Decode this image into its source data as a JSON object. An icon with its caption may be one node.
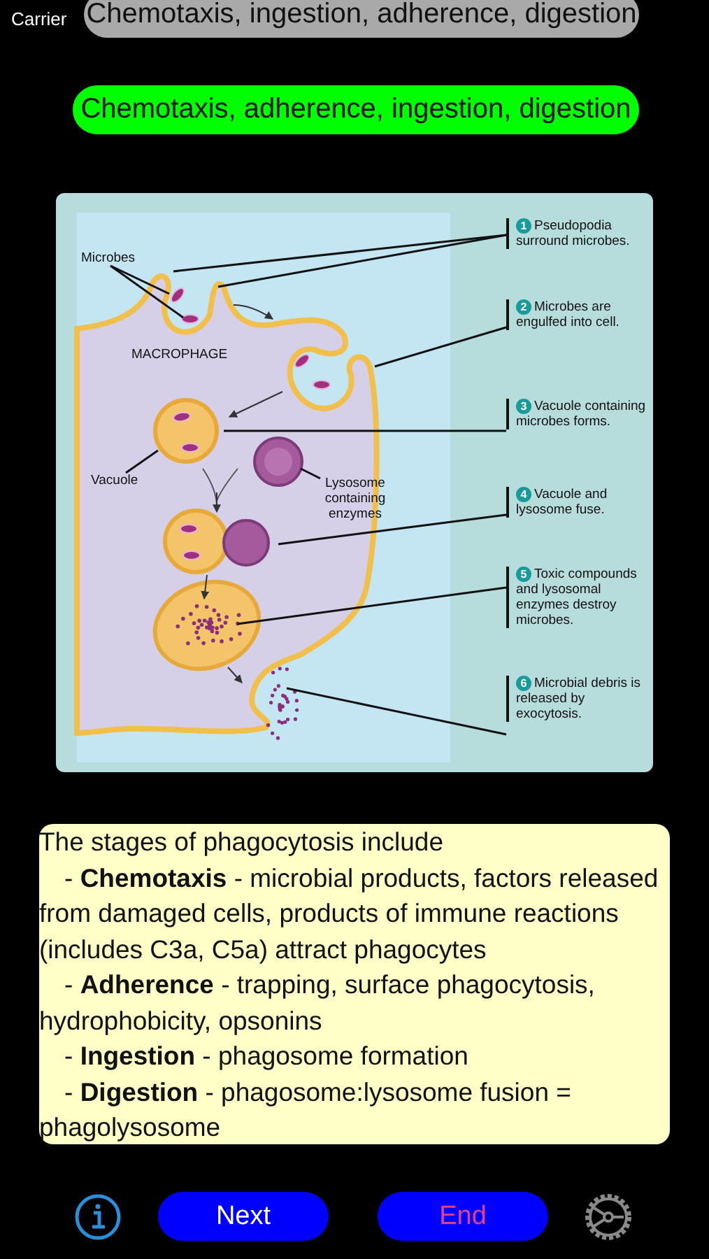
{
  "diagram": {
    "nodes": [
      {
        "text": [
          "Chemotaxis, ingestion, adherence, digestion"
        ]
      },
      {
        "text": [
          "Chemotaxis, adherence, ingestion, digestion"
        ]
      },
      {
        "text": [
          "Microbes"
        ]
      },
      {
        "text": [
          "Vacuole"
        ]
      },
      {
        "text": [
          "Lysosome containing enzymes"
        ]
      },
      {
        "text": [
          "1",
          "Pseudopodia surround microbes."
        ]
      },
      {
        "text": [
          "2",
          "Microbes are engulfed into cell."
        ]
      },
      {
        "text": [
          "3",
          "Vacuole containing microbes forms."
        ]
      },
      {
        "text": [
          "4",
          "Vacuole and lysosome fuse."
        ]
      },
      {
        "text": [
          "5",
          "Toxic compounds and lysosomal enzymes destroy microbes."
        ]
      },
      {
        "text": [
          "6",
          "Microbial debris is released by exocytosis."
        ]
      },
      {
        "text": [
          "The stages of phagocytosis include",
          "- **Chemotaxis** - microbial products, factors released from damaged cells, products of immune reactions (includes C3a, C5a) attract phagocytes",
          "- **Adherence** - trapping, surface phagocytosis, hydrophobicity, opsonins",
          "- **Ingestion** - phagosome formation",
          "- **Digestion** - phagosome:lysosome fusion = phagolysosome"
        ]
      },
      {
        "text": [
          "Next"
        ]
      },
      {
        "text": [
          "End"
        ]
      }
    ],
    "edges": [
      {
        "from": 2,
        "to": null,
        "arrow": "none"
      },
      {
        "from": 2,
        "to": null,
        "arrow": "none"
      },
      {
        "from": 3,
        "to": null,
        "arrow": "none"
      },
      {
        "from": 4,
        "to": null,
        "arrow": "none"
      },
      {
        "from": 5,
        "to": null,
        "arrow": "none"
      },
      {
        "from": 5,
        "to": null,
        "arrow": "none"
      },
      {
        "from": 6,
        "to": null,
        "arrow": "none"
      },
      {
        "from": 7,
        "to": null,
        "arrow": "none"
      },
      {
        "from": 8,
        "to": null,
        "arrow": "none"
      },
      {
        "from": 9,
        "to": null,
        "arrow": "none"
      },
      {
        "from": 10,
        "to": null,
        "arrow": "none"
      }
    ],
    "labels": [
      "Carrier",
      "MACROPHAGE"
    ]
  }
}
